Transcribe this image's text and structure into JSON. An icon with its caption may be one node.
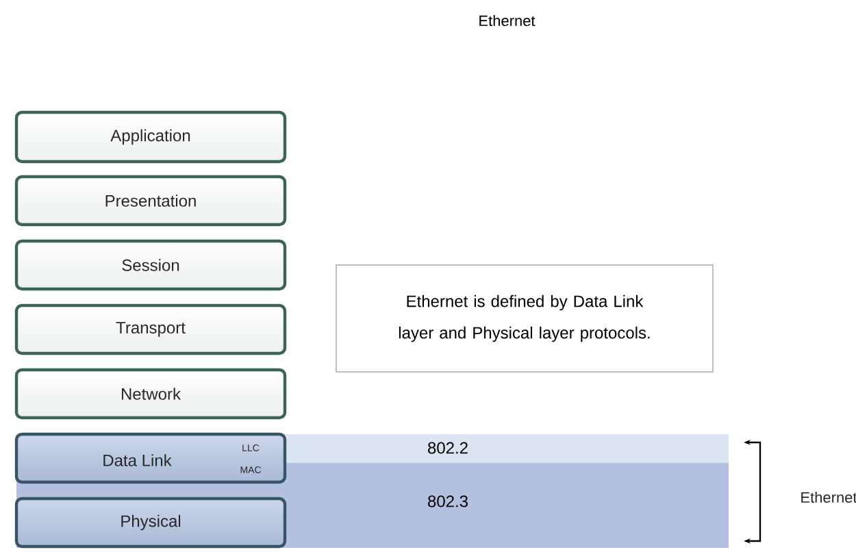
{
  "diagram": {
    "title": "Ethernet",
    "nodes": [
      {
        "text": [
          "Application"
        ]
      },
      {
        "text": [
          "Presentation"
        ]
      },
      {
        "text": [
          "Session"
        ]
      },
      {
        "text": [
          "Transport"
        ]
      },
      {
        "text": [
          "Network"
        ]
      },
      {
        "text": [
          "Data Link"
        ]
      },
      {
        "text": [
          "Physical"
        ],
        "in": 9
      },
      {
        "text": [
          "Ethernet is defined by Data Link layer and Physical layer protocols."
        ]
      },
      {
        "text": [
          "802.2"
        ]
      },
      {
        "text": [
          "802.3"
        ]
      }
    ],
    "labels": [
      "LLC",
      "MAC",
      "Ethernet"
    ]
  }
}
